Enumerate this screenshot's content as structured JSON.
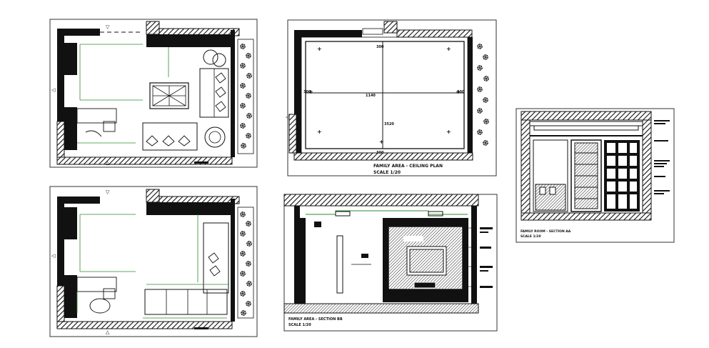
{
  "colors": {
    "ink": "#111111",
    "frame": "#333333",
    "furniture_accent": "#2e8b2e",
    "paper": "#ffffff"
  },
  "sheets": {
    "ceiling_plan": {
      "title": "FAMILY AREA - CEILING PLAN",
      "scale": "SCALE 1/20",
      "dimensions": [
        "300",
        "300",
        "300",
        "300",
        "1140",
        "3520"
      ]
    },
    "section_bb": {
      "title": "FAMILY AREA - SECTION BB",
      "scale": "SCALE 1/20"
    },
    "section_aa": {
      "title": "FAMILY ROOM - SECTION AA",
      "scale": "SCALE 1/20"
    }
  }
}
